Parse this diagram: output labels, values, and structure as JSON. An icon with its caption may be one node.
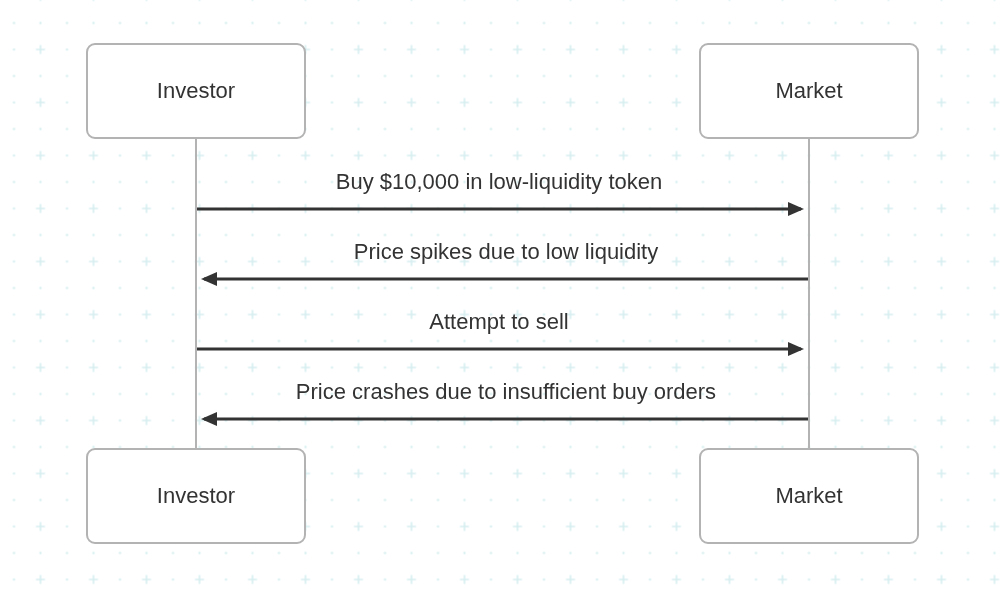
{
  "diagram": {
    "nodes": [
      {
        "text": [
          "Investor"
        ]
      },
      {
        "text": [
          "Market"
        ]
      },
      {
        "text": [
          "Investor"
        ]
      },
      {
        "text": [
          "Market"
        ]
      }
    ],
    "edges": [
      {
        "from": 0,
        "to": 1,
        "arrow": "to",
        "label": "Buy $10,000 in low-liquidity token"
      },
      {
        "from": 1,
        "to": 0,
        "arrow": "to",
        "label": "Price spikes due to low liquidity"
      },
      {
        "from": 0,
        "to": 1,
        "arrow": "to",
        "label": "Attempt to sell"
      },
      {
        "from": 1,
        "to": 0,
        "arrow": "to",
        "label": "Price crashes due to insufficient buy orders"
      }
    ]
  }
}
